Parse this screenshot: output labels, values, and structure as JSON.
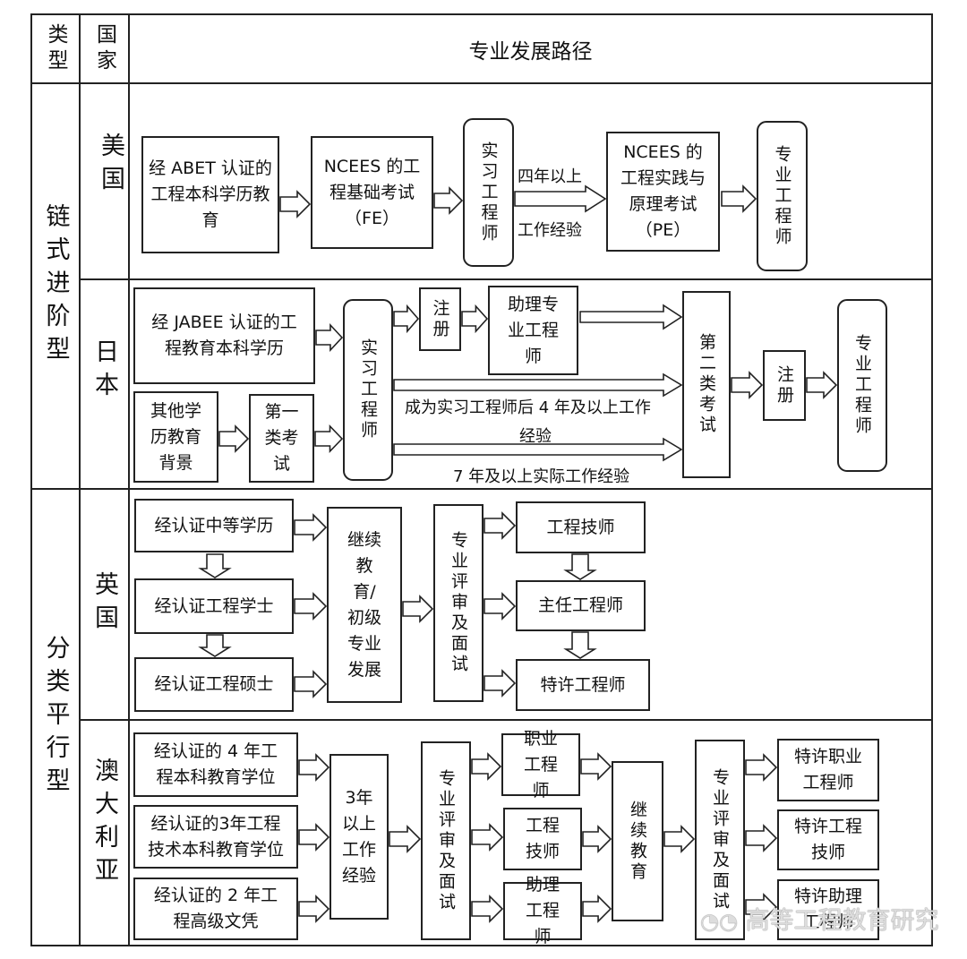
{
  "header": {
    "type_col": "类型",
    "country_col": "国家",
    "path_col": "专业发展路径"
  },
  "categories": {
    "chain": "链式进阶型",
    "parallel": "分类平行型"
  },
  "countries": {
    "usa": "美国",
    "japan": "日本",
    "uk": "英国",
    "australia": "澳大利亚"
  },
  "usa": {
    "abet": "经 ABET 认证的工程本科学历教育",
    "fe": "NCEES 的工程基础考试（FE）",
    "intern": "实习工程师",
    "exp_top": "四年以上",
    "exp_bottom": "工作经验",
    "pe": "NCEES 的工程实践与原理考试（PE）",
    "pro": "专业工程师"
  },
  "japan": {
    "jabee": "经 JABEE 认证的工程教育本科学历",
    "other": "其他学历教育背景",
    "first_exam": "第一类考试",
    "intern": "实习工程师",
    "register1": "注册",
    "assistant": "助理专业工程师",
    "path_mid": "成为实习工程师后 4 年及以上工作",
    "path_mid2": "经验",
    "path_low": "7 年及以上实际工作经验",
    "second_exam": "第二类考试",
    "register2": "注册",
    "pro": "专业工程师"
  },
  "uk": {
    "secondary": "经认证中等学历",
    "bachelor": "经认证工程学士",
    "master": "经认证工程硕士",
    "cpd": "继续教育/初级专业发展",
    "review": "专业评审及面试",
    "technician": "工程技师",
    "incorporated": "主任工程师",
    "chartered": "特许工程师"
  },
  "australia": {
    "four_year": "经认证的 4 年工程本科教育学位",
    "three_year": "经认证的3年工程技术本科教育学位",
    "two_year": "经认证的 2 年工程高级文凭",
    "experience": "3年以上工作经验",
    "review1": "专业评审及面试",
    "professional": "职业工程师",
    "technologist": "工程技师",
    "associate": "助理工程师",
    "continuing": "继续教育",
    "review2": "专业评审及面试",
    "chartered_pro": "特许职业工程师",
    "chartered_tech": "特许工程技师",
    "chartered_assoc": "特许助理工程师"
  },
  "watermark": "高等工程教育研究"
}
